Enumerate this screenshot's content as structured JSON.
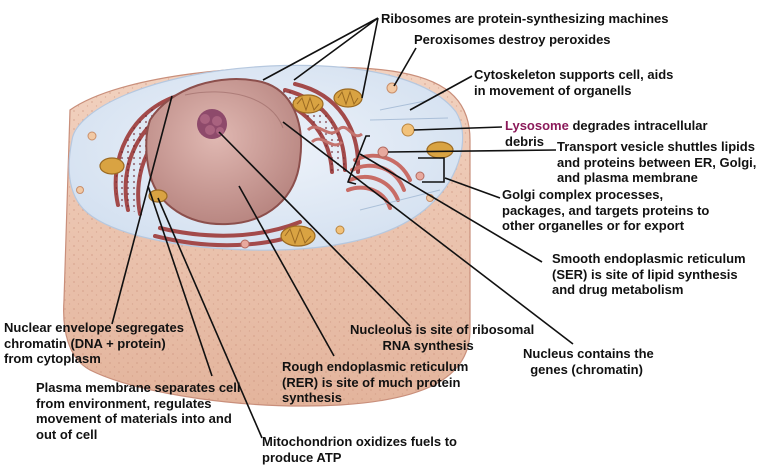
{
  "labels": {
    "ribosomes": "Ribosomes are protein-synthesizing machines",
    "peroxisomes": "Peroxisomes destroy peroxides",
    "cytoskeleton": "Cytoskeleton supports cell, aids\nin movement of organells",
    "lysosome_term": "Lysosome",
    "lysosome_rest": " degrades intracellular\ndebris",
    "transport_vesicle": "Transport vesicle shuttles lipids\nand proteins between ER, Golgi,\nand plasma membrane",
    "golgi": "Golgi complex processes,\npackages, and targets proteins to\nother organelles or for export",
    "ser": "Smooth endoplasmic reticulum\n(SER) is site of lipid synthesis\nand drug metabolism",
    "nucleus": "Nucleus contains the\n  genes (chromatin)",
    "nucleolus": "Nucleolus is site of ribosomal\n         RNA synthesis",
    "rer": "Rough endoplasmic reticulum\n(RER) is site of much protein\nsynthesis",
    "nuclear_envelope": "Nuclear envelope segregates\nchromatin (DNA + protein)\nfrom cytoplasm",
    "plasma_membrane": "Plasma membrane separates cell\nfrom environment, regulates\nmovement of materials into and\nout of cell",
    "mitochondrion": "Mitochondrion oxidizes fuels to\nproduce ATP"
  },
  "colors": {
    "lysosome_highlight": "#8b1a5a",
    "cytoplasm": "#dfe9f5",
    "cell_side": "#edc7b3",
    "nucleus": "#c89a95",
    "nucleolus": "#8e4a6b",
    "rough_er": "#b65b58",
    "mitochondrion": "#d9a342"
  }
}
